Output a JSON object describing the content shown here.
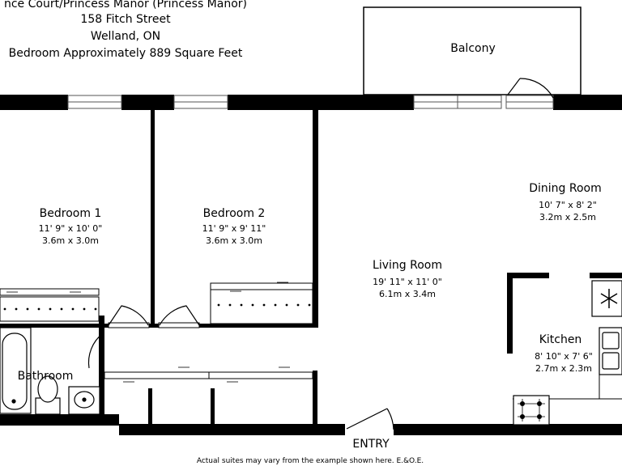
{
  "header": {
    "line1": "nce Court/Princess Manor (Princess Manor)",
    "line2": "158 Fitch Street",
    "line3": "Welland, ON",
    "line4": "Bedroom Approximately 889 Square Feet"
  },
  "rooms": {
    "balcony": {
      "name": "Balcony"
    },
    "bedroom1": {
      "name": "Bedroom 1",
      "imperial": "11' 9\" x 10' 0\"",
      "metric": "3.6m x 3.0m"
    },
    "bedroom2": {
      "name": "Bedroom 2",
      "imperial": "11' 9\" x 9' 11\"",
      "metric": "3.6m x 3.0m"
    },
    "living": {
      "name": "Living Room",
      "imperial": "19' 11\" x 11' 0\"",
      "metric": "6.1m x 3.4m"
    },
    "dining": {
      "name": "Dining Room",
      "imperial": "10' 7\" x 8' 2\"",
      "metric": "3.2m x 2.5m"
    },
    "kitchen": {
      "name": "Kitchen",
      "imperial": "8' 10\" x 7' 6\"",
      "metric": "2.7m x 2.3m"
    },
    "bathroom": {
      "name": "Bathroom"
    }
  },
  "entry": "ENTRY",
  "disclaimer": "Actual suites may vary from the example shown here. E.&O.E."
}
